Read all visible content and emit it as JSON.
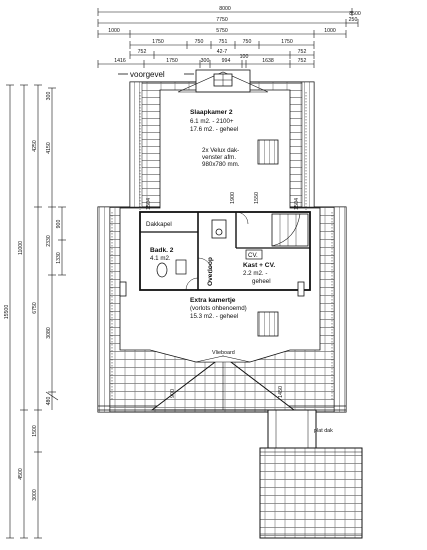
{
  "labels": {
    "front_facade": "voorgevel",
    "bedroom2": {
      "name": "Slaapkamer 2",
      "line1": "6.1 m2. - 2100+",
      "line2": "17.6 m2. - geheel"
    },
    "velux": {
      "line1": "2x Velux dak-",
      "line2": "venster afm.",
      "line3": "980x780 mm."
    },
    "dakkapel": "Dakkapel",
    "bath2": {
      "name": "Badk. 2",
      "area": "4.1 m2."
    },
    "landing": "Overloop",
    "kast": {
      "name": "Kast + CV.",
      "line1": "2.2 m2. -",
      "line2": "geheel"
    },
    "cv": "CV.",
    "extra": {
      "name": "Extra kamertje",
      "line1": "(vorlots ohbenoemd)",
      "line2": "15.3 m2. - geheel"
    },
    "vlieboard": "Vlieboard",
    "flat_roof": "plat dak"
  },
  "dims_top": {
    "row1": [
      "8000",
      "8500"
    ],
    "row2": [
      "7750",
      "250"
    ],
    "row3": [
      "1000",
      "5750",
      "1000"
    ],
    "row4": [
      "1750",
      "750",
      "751",
      "750",
      "1750"
    ],
    "row5": [
      "752",
      "42-7",
      "752"
    ],
    "row6": [
      "1416",
      "1750",
      "300",
      "994",
      "100",
      "1638",
      "752"
    ]
  },
  "dims_left": {
    "overall": "15500",
    "outer": [
      "11000",
      "4500"
    ],
    "mid": [
      "4250",
      "6750",
      "1500",
      "3000"
    ],
    "inner": [
      "4150",
      "2330",
      "3080"
    ],
    "inner2": [
      "900",
      "1330"
    ],
    "tiny": [
      "300",
      "480"
    ]
  },
  "dims_inner": [
    "1900",
    "1550",
    "900",
    "1450",
    "1504",
    "1504"
  ]
}
